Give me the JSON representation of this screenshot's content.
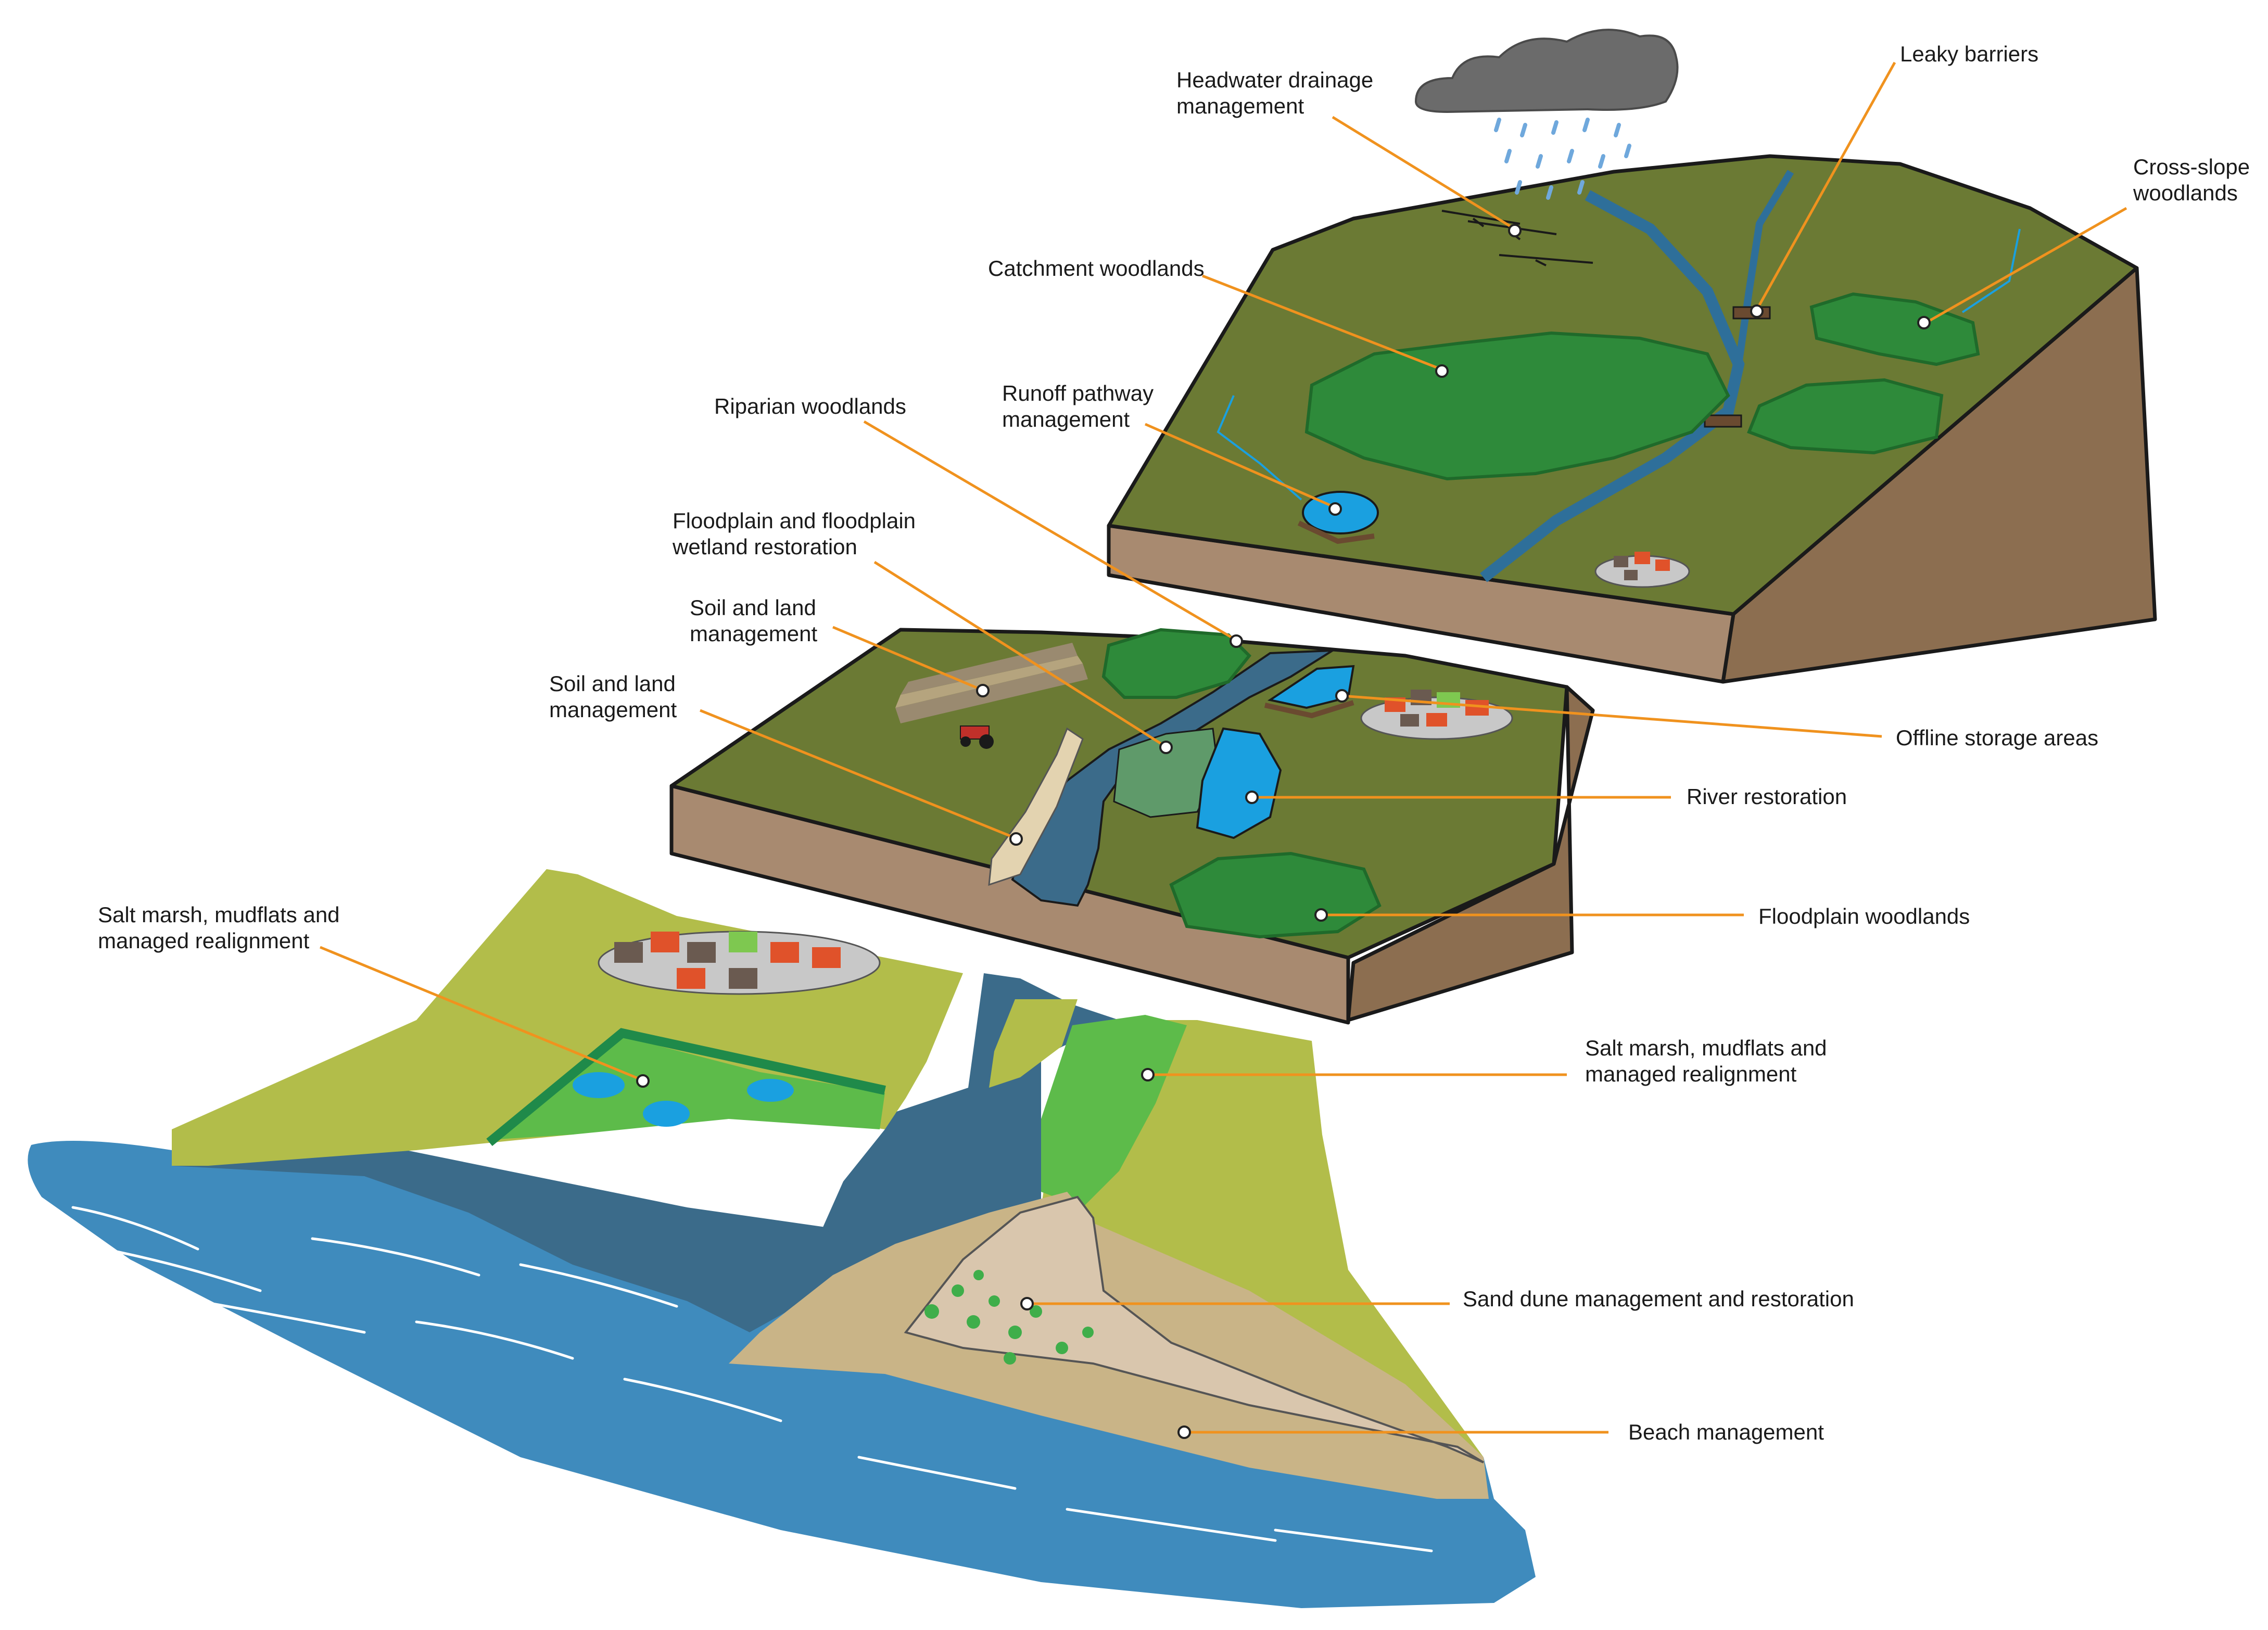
{
  "labels": {
    "headwater": [
      "Headwater drainage",
      "management"
    ],
    "leaky": [
      "Leaky barriers"
    ],
    "cross_slope": [
      "Cross-slope",
      "woodlands"
    ],
    "catchment": [
      "Catchment woodlands"
    ],
    "runoff": [
      "Runoff pathway",
      "management"
    ],
    "riparian": [
      "Riparian woodlands"
    ],
    "floodplain_wetland": [
      "Floodplain and floodplain",
      "wetland restoration"
    ],
    "soil_upper": [
      "Soil and land",
      "management"
    ],
    "soil_lower": [
      "Soil and land",
      "management"
    ],
    "offline": [
      "Offline storage areas"
    ],
    "river_restoration": [
      "River restoration"
    ],
    "floodplain_woodlands": [
      "Floodplain woodlands"
    ],
    "saltmarsh_left": [
      "Salt marsh, mudflats and",
      "managed realignment"
    ],
    "saltmarsh_right": [
      "Salt marsh, mudflats and",
      "managed realignment"
    ],
    "sand_dune": [
      "Sand dune management and restoration"
    ],
    "beach": [
      "Beach management"
    ]
  },
  "colors": {
    "upland_grass": "#6b7a34",
    "soil": "#a88a70",
    "soil_dark": "#8c6e50",
    "woodland": "#2e8a3a",
    "woodland_dark": "#1f6a2a",
    "water": "#2e6f9a",
    "pond": "#1aa0e0",
    "coastal_grass": "#b2bd4a",
    "estuary": "#3b6b8a",
    "sea": "#3f8bbd",
    "sand": "#c9b487",
    "dune": "#d9c6ad",
    "saltmarsh": "#5dbb4a",
    "leader": "#f0921e",
    "cloud": "#6b6b6b",
    "roof": "#e0522a",
    "house": "#6a5a50"
  },
  "icons": [
    "rain-cloud-icon",
    "tractor-icon",
    "village-icon"
  ]
}
